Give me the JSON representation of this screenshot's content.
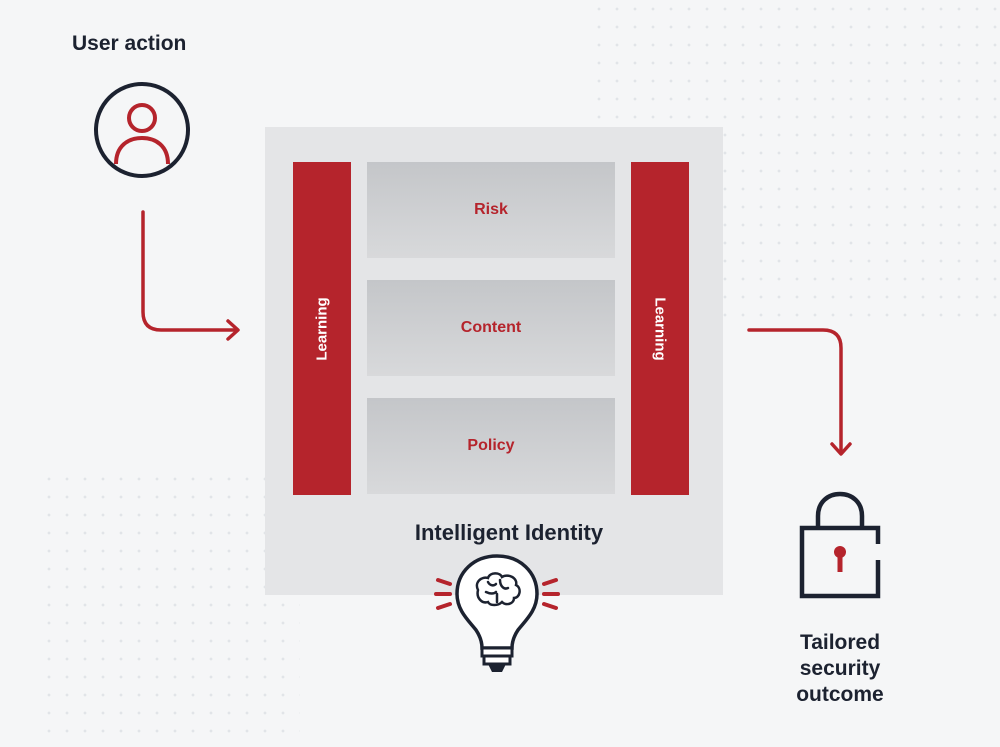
{
  "user_action": {
    "label": "User action",
    "icon": "user-icon"
  },
  "identity_panel": {
    "title": "Intelligent Identity",
    "learning_left": "Learning",
    "learning_right": "Learning",
    "layers": [
      "Risk",
      "Content",
      "Policy"
    ],
    "icon": "brain-lightbulb-icon"
  },
  "outcome": {
    "lines": [
      "Tailored",
      "security",
      "outcome"
    ],
    "icon": "padlock-icon"
  },
  "colors": {
    "accent": "#b5242c",
    "dark": "#1c2230",
    "panel": "#e4e5e7",
    "layer": "#cfd0d2",
    "background": "#f5f6f7"
  }
}
